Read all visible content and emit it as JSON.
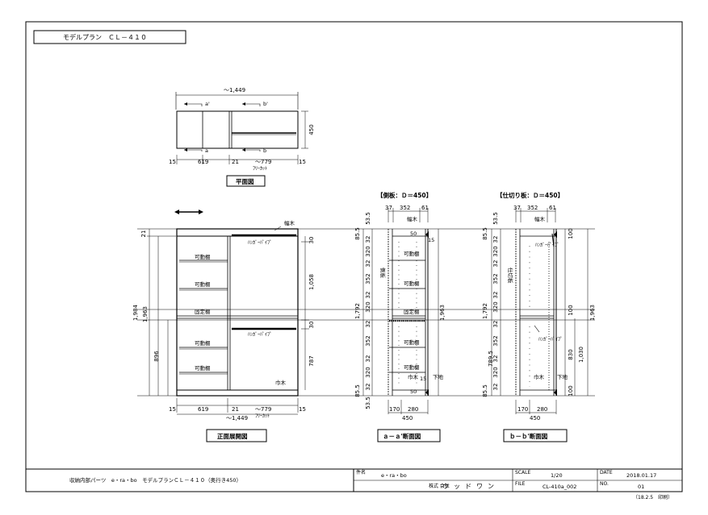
{
  "model_title": "モデルプラン　ＣＬ－４１０",
  "plan": {
    "width_total": "～1,449",
    "depth": "450",
    "sec_a_top": "a'",
    "sec_a_bot": "a",
    "sec_b_top": "b'",
    "sec_b_bot": "b",
    "dim_left": "15",
    "dim_619": "619",
    "dim_21": "21",
    "dim_779": "～779",
    "free_cut": "ﾌﾘｰｶｯﾄ",
    "dim_right": "15",
    "label": "平面図"
  },
  "front": {
    "dim_21": "21",
    "dim_1984": "1,984",
    "dim_1963": "1,963",
    "dim_896": "896",
    "dim_30a": "30",
    "dim_1058": "1,058",
    "dim_30b": "30",
    "dim_787": "787",
    "haba": "幅木",
    "habaki": "巾木",
    "pipe1": "ﾊﾝｶﾞｰﾊﾟｲﾌﾟ",
    "pipe2": "ﾊﾝｶﾞｰﾊﾟｲﾌﾟ",
    "movable": [
      "可動棚",
      "可動棚",
      "可動棚",
      "可動棚"
    ],
    "fixed": "固定棚",
    "dim_b_15l": "15",
    "dim_b_619": "619",
    "dim_b_21": "21",
    "dim_b_779": "～779",
    "dim_b_15r": "15",
    "dim_b_total": "～1,449",
    "dim_b_free": "ﾌﾘｰｶｯﾄ",
    "label": "正面展開図"
  },
  "sec_a": {
    "header": "【側板：Ｄ＝450】",
    "top_37": "37",
    "top_352": "352",
    "top_61": "61",
    "haba": "幅木",
    "habaki": "巾木",
    "shitaji": "下地",
    "v_15": "15",
    "v_50": "50",
    "v_50b": "50",
    "v_15b": "15",
    "left_stack": [
      "53.5",
      "32",
      "320",
      "32",
      "352",
      "32",
      "320",
      "32",
      "352",
      "32",
      "320",
      "32"
    ],
    "dim_85_5": "85.5",
    "dim_1792": "1,792",
    "dim_85_5b": "85.5",
    "dim_53_5b": "53.5",
    "right_1963": "1,963",
    "movable": [
      "可動棚",
      "可動棚",
      "可動棚",
      "可動棚"
    ],
    "fixed": "固定棚",
    "sokuban": "側板",
    "bot_170": "170",
    "bot_280": "280",
    "bot_450": "450",
    "label": "ａ－ａ'断面図"
  },
  "sec_b": {
    "header": "【仕切り板：Ｄ＝450】",
    "top_37": "37",
    "top_352": "352",
    "top_61": "61",
    "haba": "幅木",
    "habaki": "巾木",
    "shitaji": "下地",
    "pipe1": "ﾊﾝｶﾞｰﾊﾟｲﾌﾟ",
    "pipe2": "ﾊﾝｶﾞｰﾊﾟｲﾌﾟ",
    "left_stack": [
      "53.5",
      "32",
      "320",
      "32",
      "352",
      "32",
      "320",
      "32",
      "352",
      "32",
      "320",
      "32"
    ],
    "dim_85_5": "85.5",
    "dim_1792": "1,792",
    "dim_789_5": "789.5",
    "dim_85_5b": "85.5",
    "v_100": "100",
    "v_100b": "100",
    "v_100c": "100",
    "dim_830": "830",
    "dim_1030": "1,030",
    "right_1963": "1,963",
    "shikiri": "仕切板",
    "bot_170": "170",
    "bot_280": "280",
    "bot_450": "450",
    "label": "ｂ－ｂ'断面図"
  },
  "titleblock": {
    "name": "収納内部パーツ　e・ra・bo　モデルプランＣＬ－４１０（奥行き450）",
    "kenmei_h": "件名",
    "kenmei": "e・ra・bo",
    "kaisha_h": "株式\n会社",
    "company": "ウッドワン",
    "scale_h": "SCALE",
    "scale": "1/20",
    "date_h": "DATE",
    "date": "2018.01.17",
    "file_h": "FILE",
    "file": "CL-410a_002",
    "no_h": "NO.",
    "no": "01",
    "revision": "（18.2.5　印刷）"
  }
}
